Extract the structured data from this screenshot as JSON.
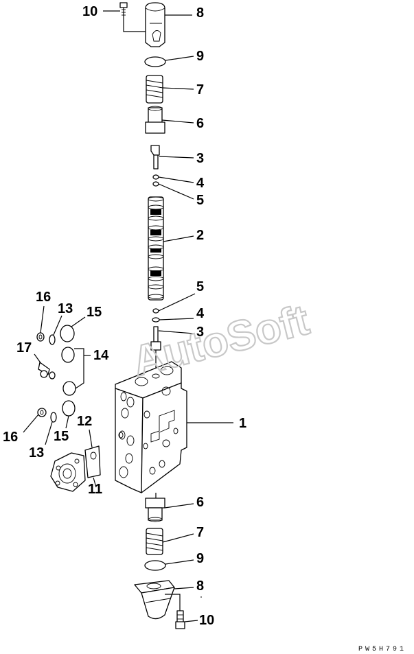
{
  "callouts": [
    {
      "id": "c10-top",
      "label": "10"
    },
    {
      "id": "c8-top",
      "label": "8"
    },
    {
      "id": "c9-top",
      "label": "9"
    },
    {
      "id": "c7-top",
      "label": "7"
    },
    {
      "id": "c6-top",
      "label": "6"
    },
    {
      "id": "c3-top",
      "label": "3"
    },
    {
      "id": "c4-top",
      "label": "4"
    },
    {
      "id": "c5-top",
      "label": "5"
    },
    {
      "id": "c2",
      "label": "2"
    },
    {
      "id": "c5-mid",
      "label": "5"
    },
    {
      "id": "c4-mid",
      "label": "4"
    },
    {
      "id": "c3-mid",
      "label": "3"
    },
    {
      "id": "c16-top",
      "label": "16"
    },
    {
      "id": "c13-top",
      "label": "13"
    },
    {
      "id": "c15-top",
      "label": "15"
    },
    {
      "id": "c17",
      "label": "17"
    },
    {
      "id": "c14",
      "label": "14"
    },
    {
      "id": "c12",
      "label": "12"
    },
    {
      "id": "c1",
      "label": "1"
    },
    {
      "id": "c16-bot",
      "label": "16"
    },
    {
      "id": "c15-bot",
      "label": "15"
    },
    {
      "id": "c13-bot",
      "label": "13"
    },
    {
      "id": "c11",
      "label": "11"
    },
    {
      "id": "c6-bot",
      "label": "6"
    },
    {
      "id": "c7-bot",
      "label": "7"
    },
    {
      "id": "c9-bot",
      "label": "9"
    },
    {
      "id": "c8-bot",
      "label": "8"
    },
    {
      "id": "c10-bot",
      "label": "10"
    }
  ],
  "watermark": "AutoSoft",
  "drawing_code": "PW5H791"
}
